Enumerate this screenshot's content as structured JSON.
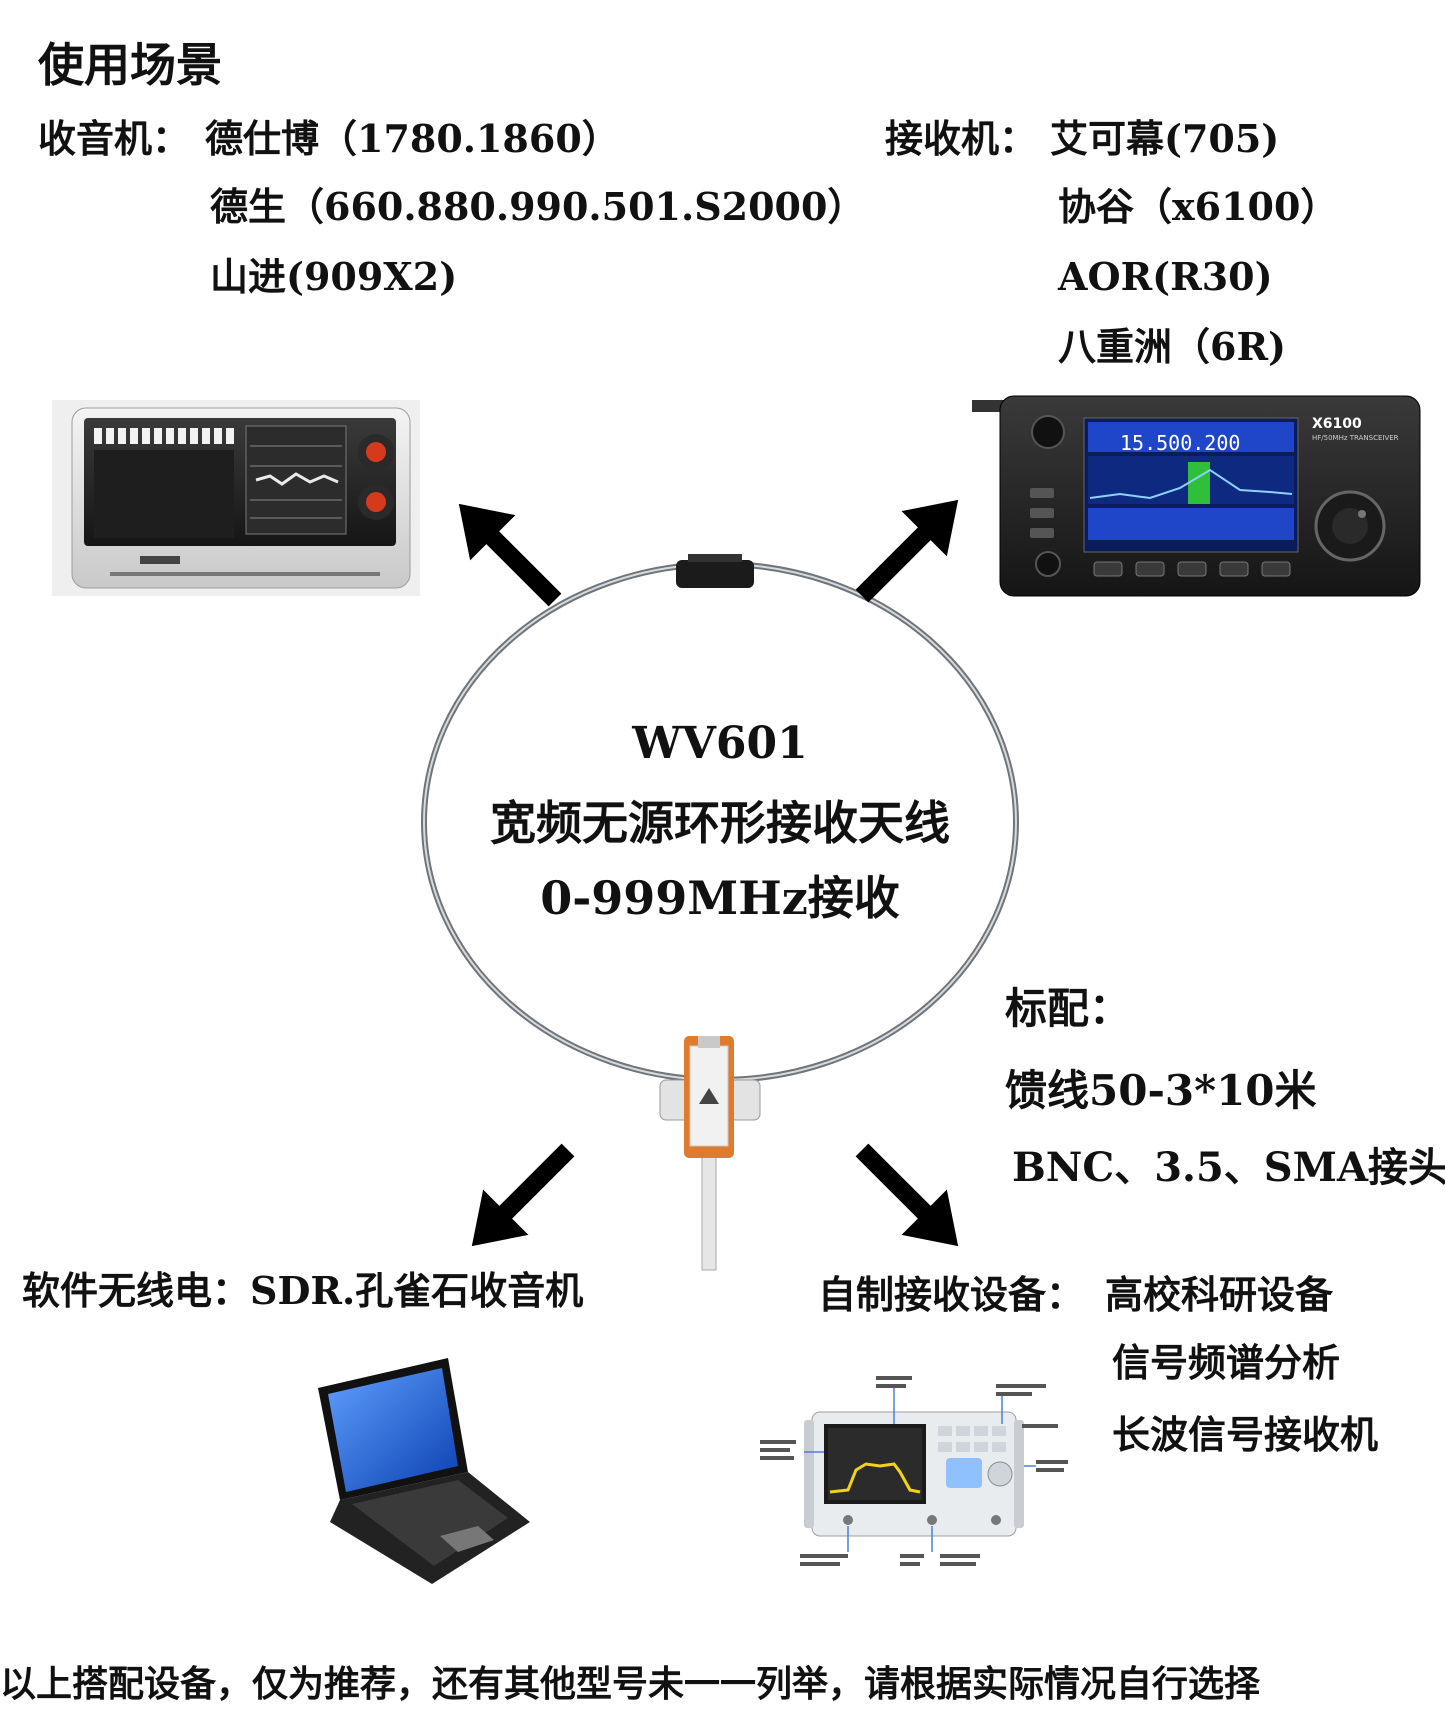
{
  "title": "使用场景",
  "radios": {
    "label": "收音机：",
    "items": [
      "德仕博（1780.1860）",
      "德生（660.880.990.501.S2000）",
      "山进(909X2)"
    ]
  },
  "receivers": {
    "label": "接收机：",
    "items": [
      "艾可幕(705)",
      "协谷（x6100）",
      "AOR(R30)",
      "八重洲（6R)"
    ]
  },
  "antenna": {
    "model": "WV601",
    "name": "宽频无源环形接收天线",
    "range": "0-999MHz接收"
  },
  "standard": {
    "label": "标配：",
    "items": [
      "馈线50-3*10米",
      "BNC、3.5、SMA接头"
    ]
  },
  "sdr": {
    "text": "软件无线电：SDR.孔雀石收音机"
  },
  "custom": {
    "label": "自制接收设备：",
    "items": [
      "高校科研设备",
      "信号频谱分析",
      "长波信号接收机"
    ]
  },
  "devices": {
    "transceiver_brand": "X6100",
    "transceiver_subtitle": "HF/50MHz TRANSCEIVER",
    "transceiver_freq": "15.500.200"
  },
  "footer": "以上搭配设备，仅为推荐，还有其他型号未一一列举，请根据实际情况自行选择",
  "colors": {
    "text": "#111111",
    "arrow": "#000000",
    "loop": "#9aa0a6",
    "knob": "#d63a1c",
    "balun": "#e07a2c",
    "screen": "#1f45c8"
  }
}
